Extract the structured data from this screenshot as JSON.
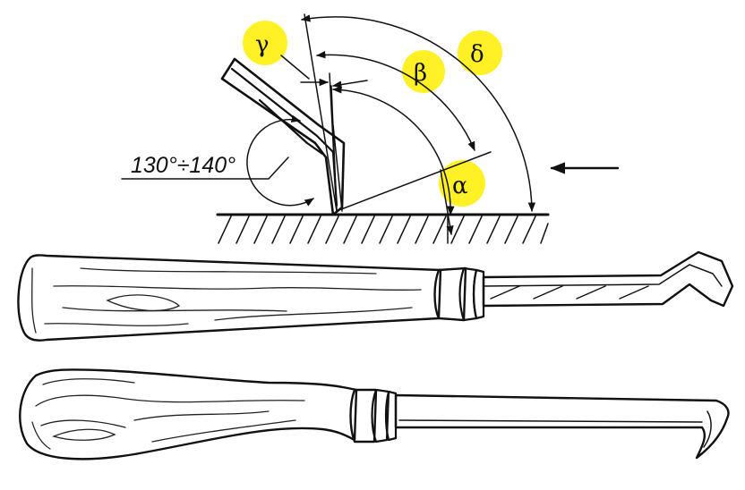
{
  "diagram": {
    "angle_labels": {
      "gamma": "γ",
      "beta": "β",
      "delta": "δ",
      "alpha": "α"
    },
    "angle_range_label": "130°÷140°",
    "highlight_color": "#ffef00",
    "ink_color": "#111111"
  }
}
